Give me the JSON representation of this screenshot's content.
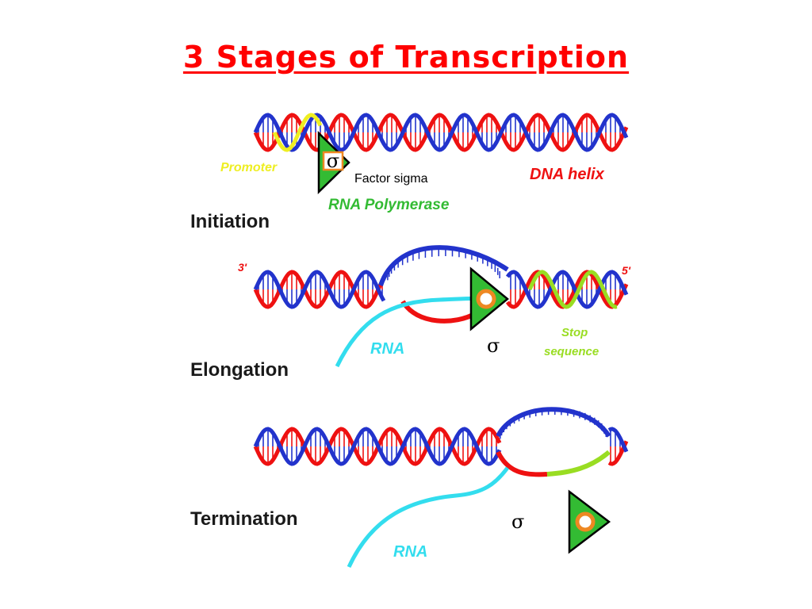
{
  "title": "3 Stages of Transcription",
  "colors": {
    "title": "#ff0000",
    "strand_red": "#ee1111",
    "strand_blue": "#2233cc",
    "promoter_yellow": "#eeee22",
    "stop_green": "#99dd22",
    "polymerase_green": "#33bb33",
    "rna_cyan": "#33ddee",
    "polymerase_core": "#ee8822"
  },
  "icons": {
    "polymerase": "green-triangle-with-orange-ring-icon",
    "sigma": "sigma-symbol"
  },
  "stages": {
    "initiation": {
      "name": "Initiation",
      "labels": {
        "promoter": "Promoter",
        "sigma": "σ",
        "factor": "Factor sigma",
        "dna": "DNA helix",
        "polymerase": "RNA Polymerase"
      }
    },
    "elongation": {
      "name": "Elongation",
      "labels": {
        "three_prime": "3'",
        "five_prime": "5'",
        "rna": "RNA",
        "sigma": "σ",
        "stop_line1": "Stop",
        "stop_line2": "sequence"
      }
    },
    "termination": {
      "name": "Termination",
      "labels": {
        "rna": "RNA",
        "sigma": "σ"
      }
    }
  }
}
